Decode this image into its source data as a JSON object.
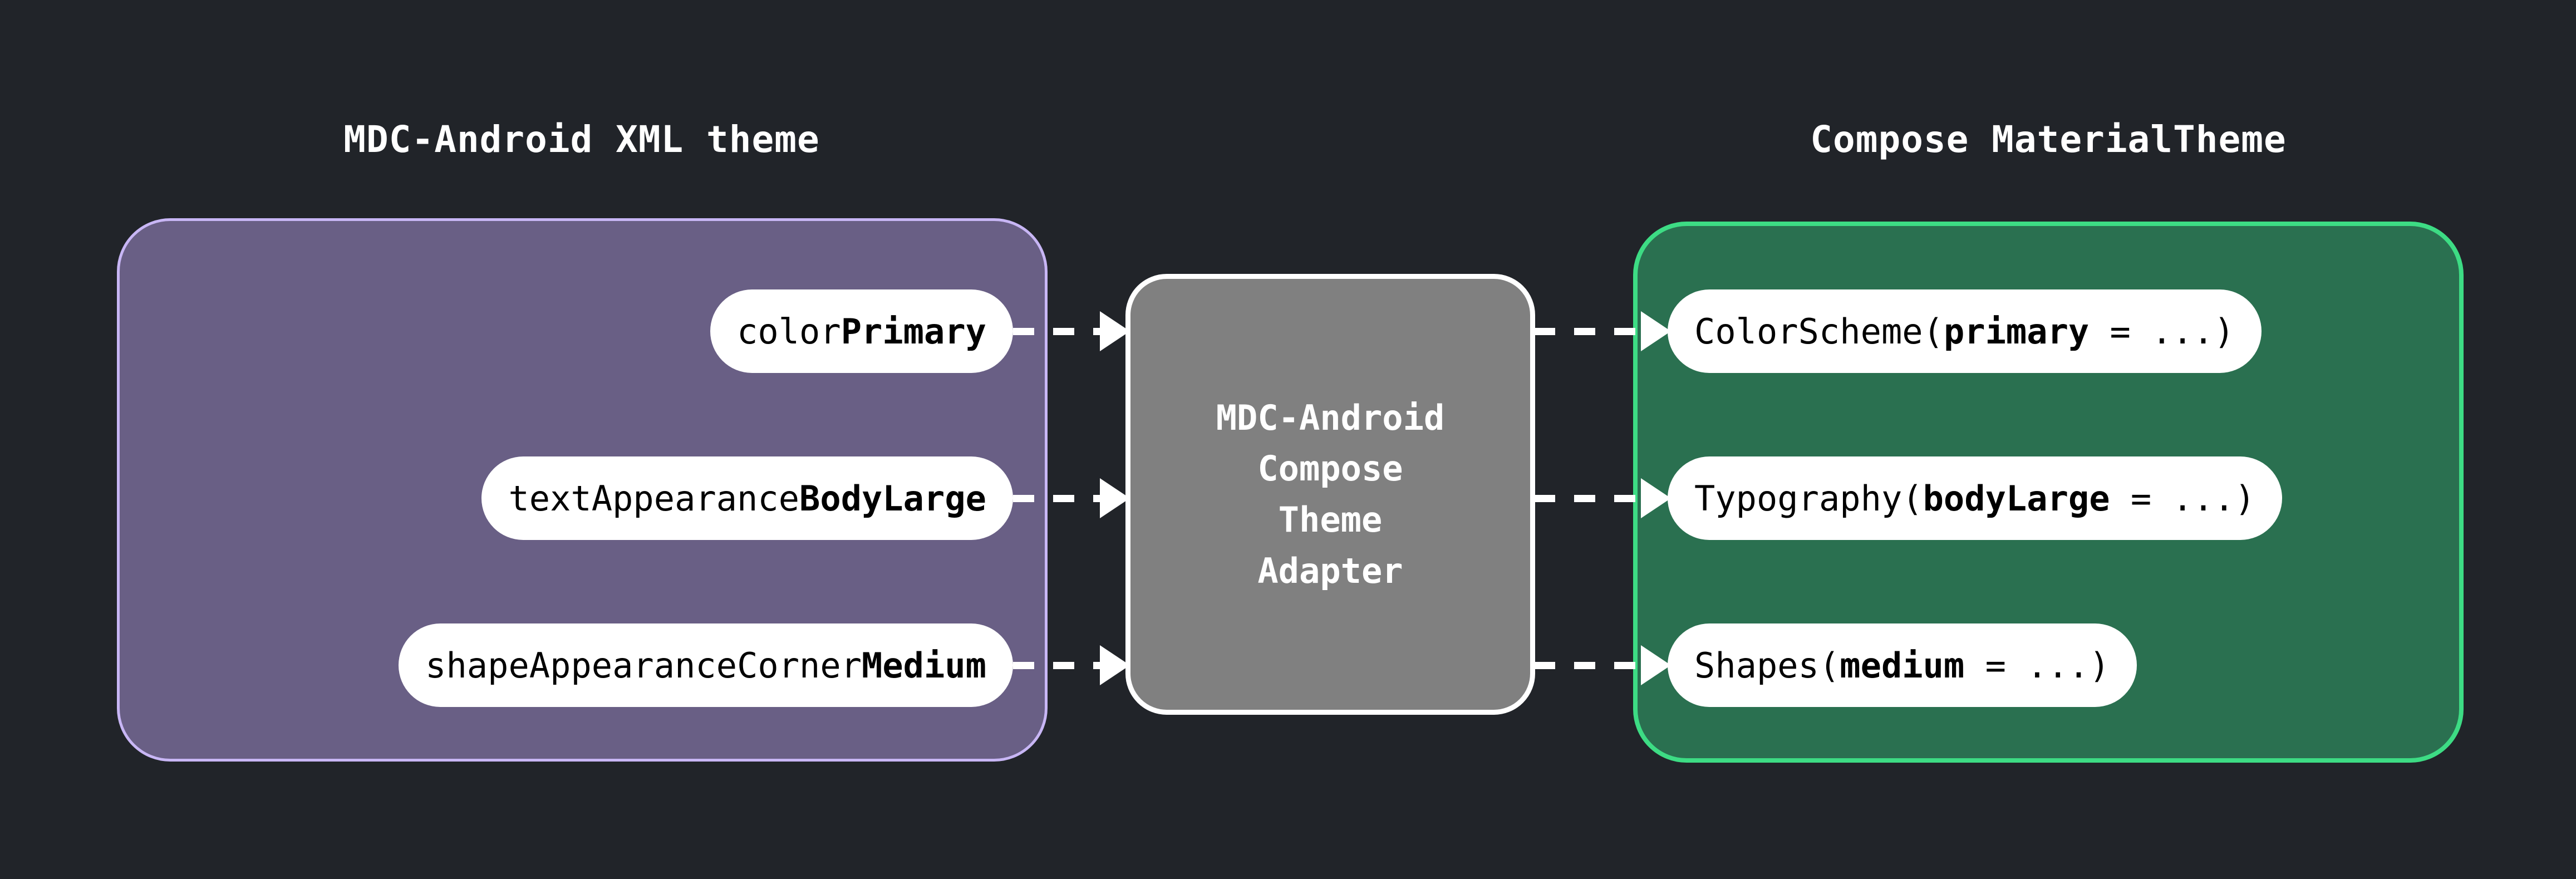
{
  "background_color": "#212429",
  "columns": {
    "left": {
      "title": "MDC-Android XML theme",
      "panel_fill": "#695F85",
      "panel_border": "#C8B6F5",
      "items": [
        {
          "prefix": "color",
          "suffix": "Primary"
        },
        {
          "prefix": "textAppearance",
          "suffix": "BodyLarge"
        },
        {
          "prefix": "shapeAppearanceCorner",
          "suffix": "Medium"
        }
      ]
    },
    "right": {
      "title": "Compose MaterialTheme",
      "panel_fill": "#2A7050",
      "panel_border": "#3DDC84",
      "items": [
        {
          "prefix": "ColorScheme(",
          "suffix": "primary",
          "tail": " = ...)"
        },
        {
          "prefix": "Typography(",
          "suffix": "bodyLarge",
          "tail": " = ...)"
        },
        {
          "prefix": "Shapes(",
          "suffix": "medium",
          "tail": " = ...)"
        }
      ]
    }
  },
  "adapter": {
    "label": "MDC-Android\nCompose\nTheme\nAdapter",
    "fill": "#808080",
    "border": "#FFFFFF"
  },
  "arrows": {
    "style": "dashed",
    "color": "#FFFFFF",
    "head": "triangle",
    "count_left": 3,
    "count_right": 3
  }
}
